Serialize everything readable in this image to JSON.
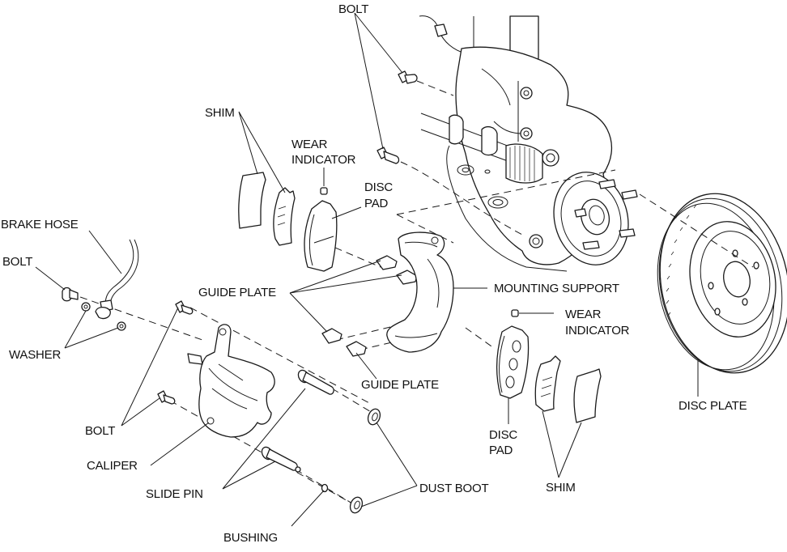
{
  "diagram": {
    "title": "Front brake exploded view",
    "labels": {
      "bolt_top": "BOLT",
      "shim_top": "SHIM",
      "wear_indicator_top_line1": "WEAR",
      "wear_indicator_top_line2": "INDICATOR",
      "disc_pad_top_line1": "DISC",
      "disc_pad_top_line2": "PAD",
      "brake_hose": "BRAKE HOSE",
      "bolt_hose": "BOLT",
      "washer": "WASHER",
      "guide_plate_upper": "GUIDE PLATE",
      "mounting_support": "MOUNTING SUPPORT",
      "wear_indicator_right_line1": "WEAR",
      "wear_indicator_right_line2": "INDICATOR",
      "guide_plate_lower": "GUIDE PLATE",
      "bolt_caliper": "BOLT",
      "caliper": "CALIPER",
      "slide_pin": "SLIDE PIN",
      "bushing": "BUSHING",
      "dust_boot": "DUST BOOT",
      "disc_pad_bottom_line1": "DISC",
      "disc_pad_bottom_line2": "PAD",
      "shim_bottom": "SHIM",
      "disc_plate": "DISC PLATE"
    },
    "colors": {
      "line": "#1a1a1a",
      "background": "#ffffff",
      "text": "#111111"
    }
  }
}
